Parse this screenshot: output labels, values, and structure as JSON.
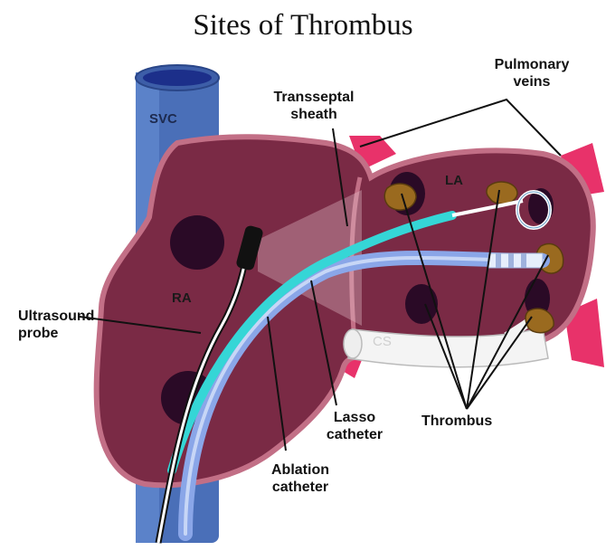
{
  "title": "Sites of Thrombus",
  "labels": {
    "pulmonary_veins_1": "Pulmonary",
    "pulmonary_veins_2": "veins",
    "transseptal_1": "Transseptal",
    "transseptal_2": "sheath",
    "svc": "SVC",
    "la": "LA",
    "ra": "RA",
    "cs": "CS",
    "ultrasound_1": "Ultrasound",
    "ultrasound_2": "probe",
    "lasso_1": "Lasso",
    "lasso_2": "catheter",
    "ablation_1": "Ablation",
    "ablation_2": "catheter",
    "thrombus": "Thrombus"
  },
  "colors": {
    "heart_fill": "#7a2a45",
    "heart_edge": "#c26f86",
    "svc_fill": "#4a6fb8",
    "pulmonary_vein": "#e8326a",
    "sheath": "#35d6d6",
    "ablation": "#8aa6e8",
    "thrombus": "#9a6a1f"
  }
}
